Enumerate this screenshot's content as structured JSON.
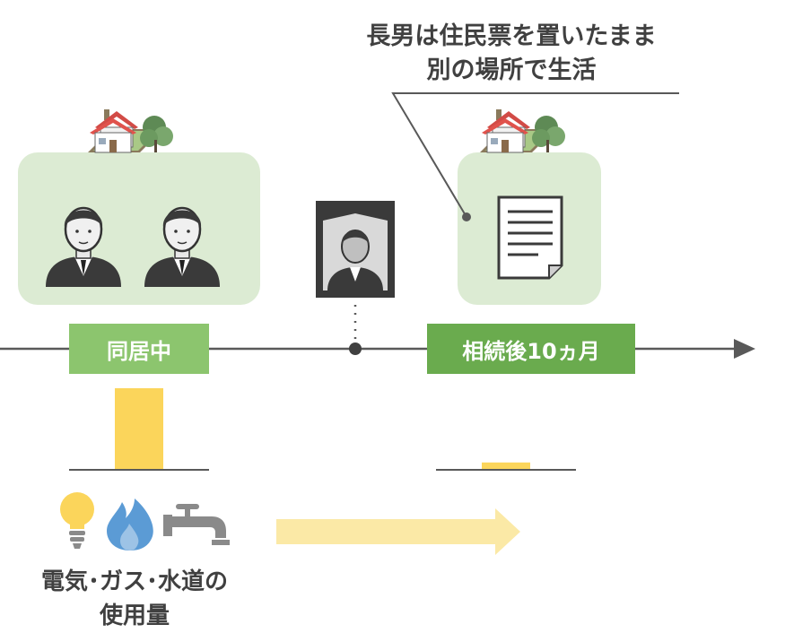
{
  "callout": {
    "line1": "長男は住民票を置いたまま",
    "line2": "別の場所で生活"
  },
  "timeline": {
    "label_left": "同居中",
    "label_right": "相続後10ヵ月"
  },
  "caption": {
    "line1": "電気･ガス･水道の",
    "line2": "使用量"
  },
  "chart_data": {
    "type": "bar",
    "categories": [
      "同居中",
      "相続後10ヵ月"
    ],
    "series": [
      {
        "values": [
          100,
          8
        ]
      }
    ]
  },
  "colors": {
    "box_green": "#dcebd3",
    "label_green_light": "#8cc56e",
    "label_green_dark": "#6aab4e",
    "bar_yellow": "#fbd55b",
    "arrow_yellow": "#fbe9a6",
    "axis_gray": "#595959"
  },
  "icons": [
    "house-icon",
    "man-icon",
    "memorial-portrait-icon",
    "document-icon",
    "light-bulb-icon",
    "gas-flame-icon",
    "water-faucet-icon"
  ]
}
